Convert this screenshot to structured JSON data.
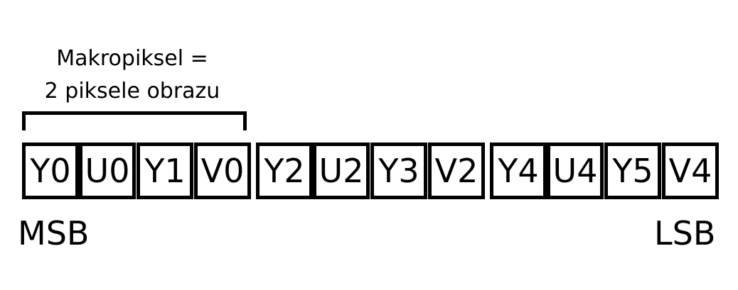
{
  "caption": {
    "line1": "Makropiksel =",
    "line2": "2 piksele obrazu"
  },
  "groups": [
    [
      "Y0",
      "U0",
      "Y1",
      "V0"
    ],
    [
      "Y2",
      "U2",
      "Y3",
      "V2"
    ],
    [
      "Y4",
      "U4",
      "Y5",
      "V4"
    ]
  ],
  "labels": {
    "left": "MSB",
    "right": "LSB"
  }
}
